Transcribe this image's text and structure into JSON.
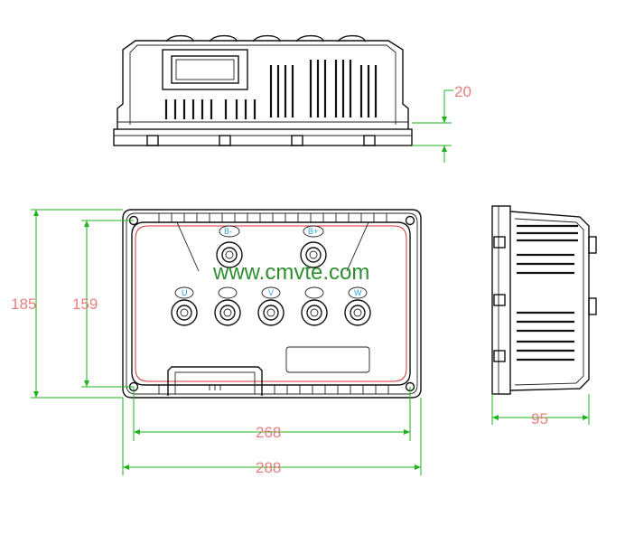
{
  "watermark": "www.cmvte.com",
  "dimensions": {
    "height_top": "20",
    "height_overall": "185",
    "height_mount": "159",
    "width_mount": "268",
    "width_overall": "288",
    "depth": "95"
  },
  "terminal_labels": {
    "b_minus": "B-",
    "b_plus": "B+",
    "u": "U",
    "v": "V",
    "w": "W"
  },
  "colors": {
    "dimension_line": "#1db31d",
    "dimension_text": "#e87f7f",
    "watermark": "#2f8f2f",
    "outline": "#111111"
  }
}
